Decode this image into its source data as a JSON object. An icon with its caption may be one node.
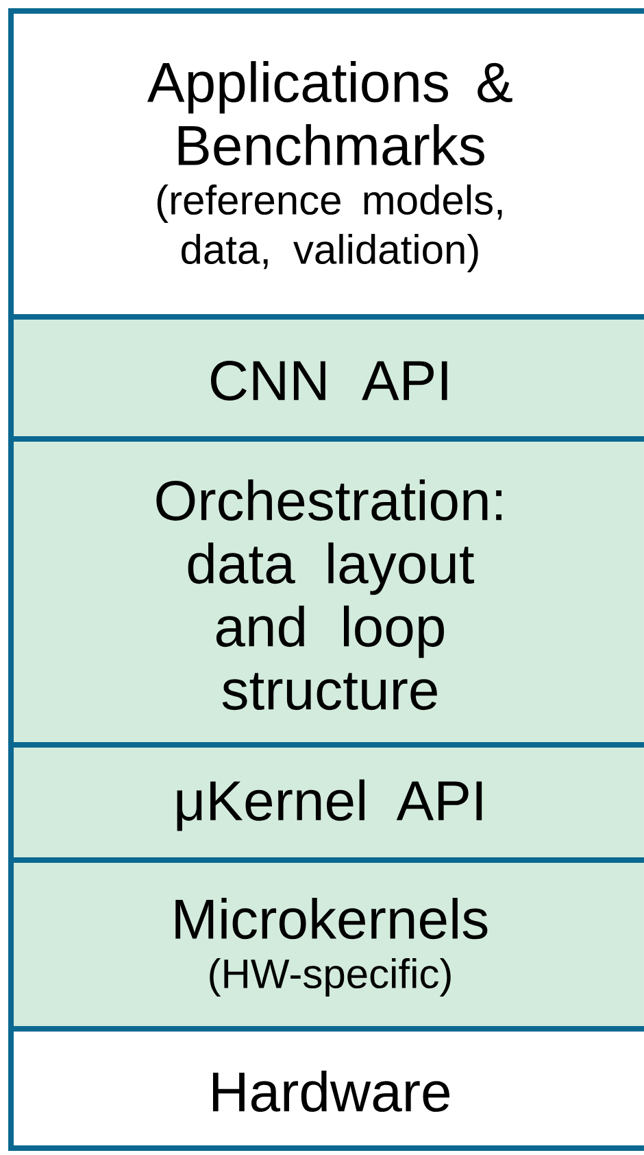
{
  "diagram": {
    "nodes": [
      {
        "text": [
          "Applications & Benchmarks",
          "(reference models, data, validation)"
        ]
      },
      {
        "text": [
          "CNN API"
        ]
      },
      {
        "text": [
          "Orchestration: data layout and loop structure"
        ]
      },
      {
        "text": [
          "μKernel API"
        ]
      },
      {
        "text": [
          "Microkernels",
          "(HW-specific)"
        ]
      },
      {
        "text": [
          "Hardware"
        ]
      }
    ]
  }
}
